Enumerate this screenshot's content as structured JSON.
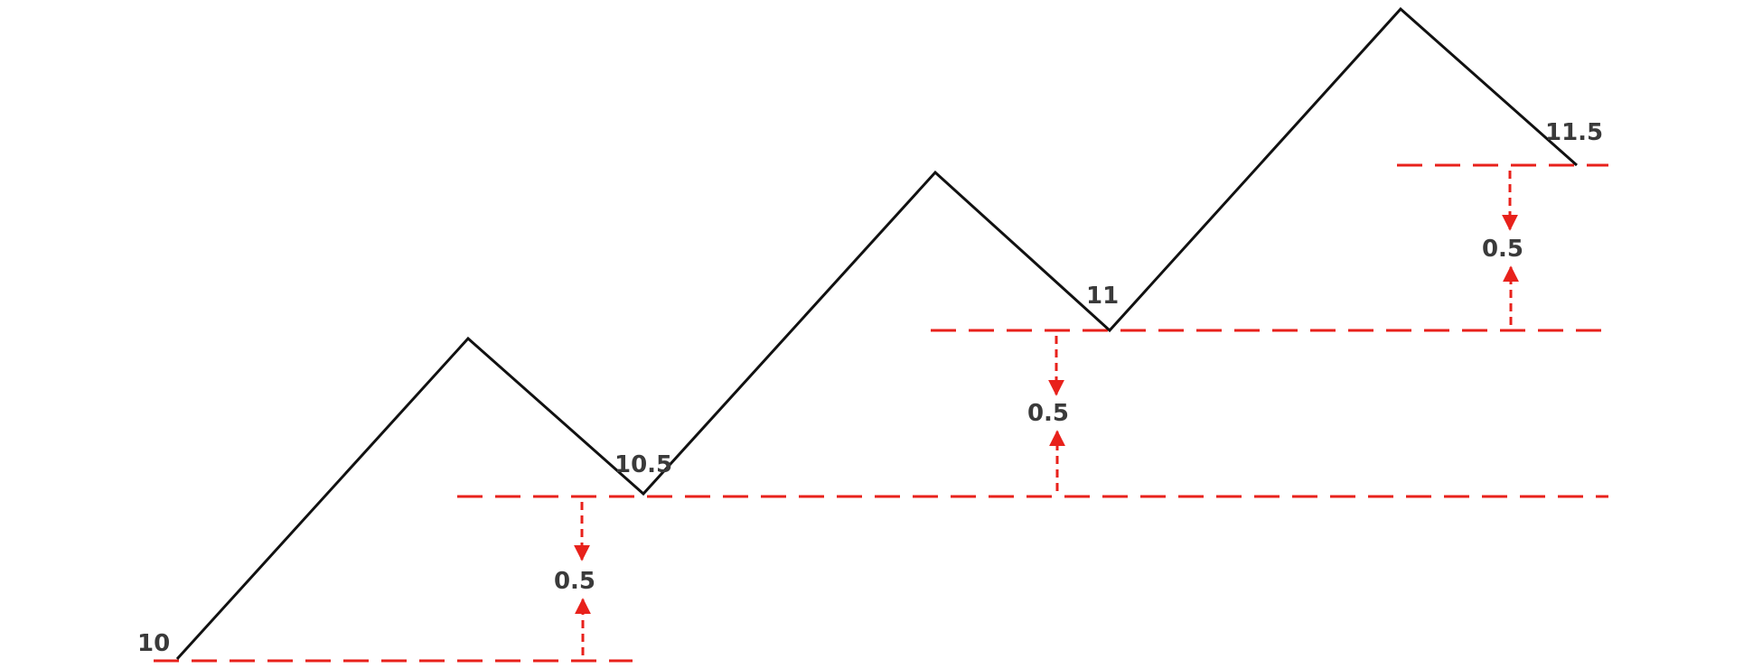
{
  "diagram": {
    "levels": [
      {
        "value": 10,
        "label": "10"
      },
      {
        "value": 10.5,
        "label": "10.5"
      },
      {
        "value": 11,
        "label": "11"
      },
      {
        "value": 11.5,
        "label": "11.5"
      }
    ],
    "step_labels": [
      "0.5",
      "0.5",
      "0.5"
    ],
    "colors": {
      "line": "#111111",
      "guide": "#e8211b",
      "text": "#3a3a3a"
    }
  }
}
